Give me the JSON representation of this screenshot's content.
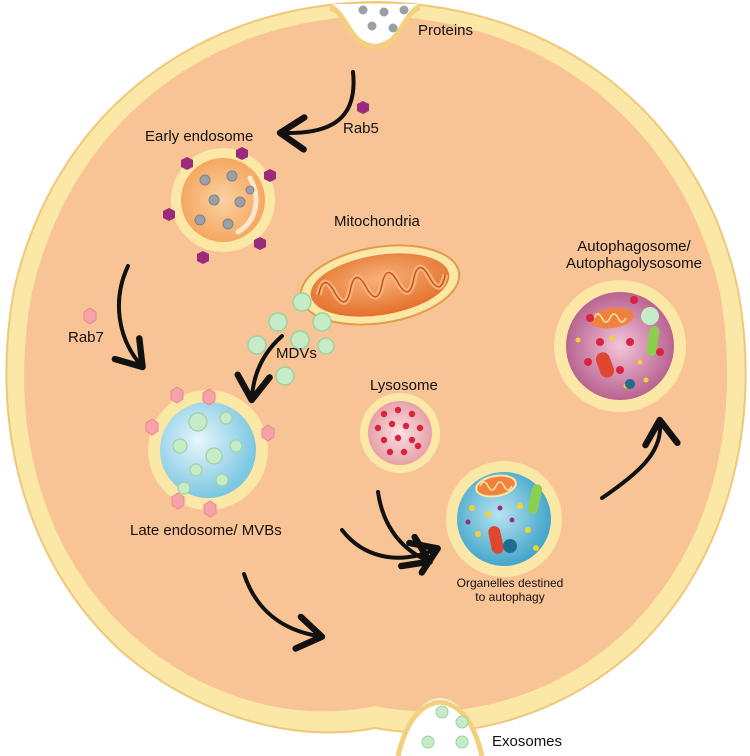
{
  "labels": {
    "proteins": "Proteins",
    "rab5": "Rab5",
    "early_endosome": "Early endosome",
    "mitochondria": "Mitochondria",
    "rab7": "Rab7",
    "mdvs": "MDVs",
    "autophagosome_line1": "Autophagosome/",
    "autophagosome_line2": "Autophagolysosome",
    "lysosome": "Lysosome",
    "late_endosome": "Late endosome/ MVBs",
    "organelles_line1": "Organelles destined",
    "organelles_line2": "to autophagy",
    "exosomes": "Exosomes"
  },
  "colors": {
    "cytoplasm": "#f8c495",
    "membrane": "#fbe7a6",
    "membrane_edge": "#f3cf7e",
    "rab5": "#9b2a7c",
    "rab7": "#f5a3a8",
    "protein": "#9aa0a6",
    "vesicle": "#c6ebc7",
    "mitochondria": "#f0823e",
    "lysosome": "#e9a0a8",
    "arrow": "#111111"
  }
}
